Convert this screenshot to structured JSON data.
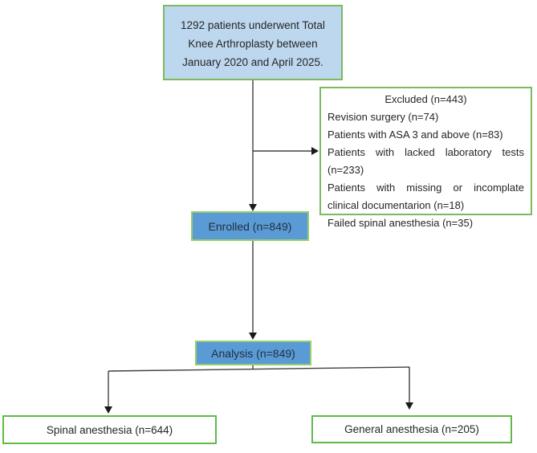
{
  "flowchart": {
    "top_box": {
      "text": "1292 patients underwent Total Knee Arthroplasty between January 2020 and April 2025."
    },
    "excluded_box": {
      "title": "Excluded (n=443)",
      "items": [
        "Revision surgery (n=74)",
        "Patients with ASA 3 and above (n=83)",
        "Patients with lacked laboratory tests (n=233)",
        "Patients with missing or incomplate clinical documentarion (n=18)",
        "Failed spinal anesthesia (n=35)"
      ]
    },
    "enrolled_box": {
      "text": "Enrolled (n=849)"
    },
    "analysis_box": {
      "text": "Analysis (n=849)"
    },
    "spinal_box": {
      "text": "Spinal anesthesia (n=644)"
    },
    "general_box": {
      "text": "General anesthesia (n=205)"
    },
    "colors": {
      "light_blue_fill": "#bdd7ee",
      "blue_fill": "#5b9bd5",
      "green_border_light": "#7dba5e",
      "green_border_blue_boxes": "#94ce6d",
      "green_border_outcome": "#61ba48",
      "arrow": "#404040",
      "text": "#262626"
    }
  }
}
